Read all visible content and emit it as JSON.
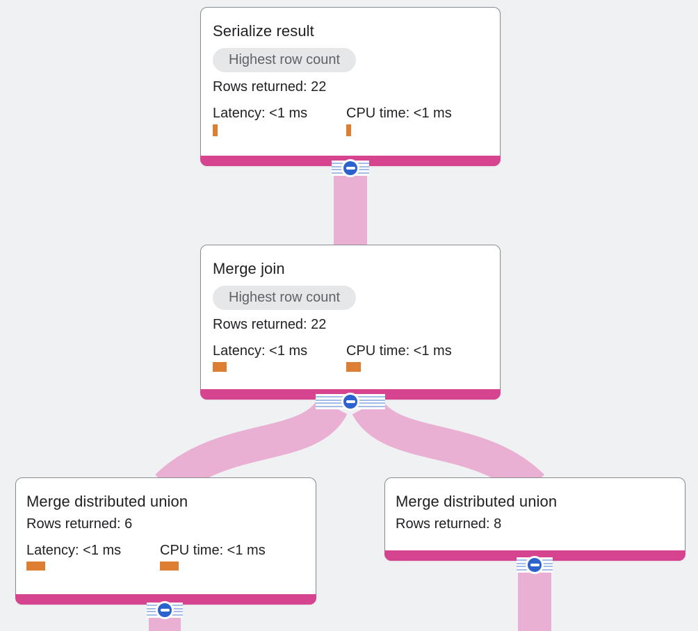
{
  "page": {
    "background": "#f0f1f3",
    "description": "Query execution plan tree"
  },
  "colors": {
    "node_accent_pink": "#d6438f",
    "flow_pink": "#eab0d3",
    "metric_bar_orange": "#dd7e32",
    "collapse_button_blue": "#2b62ce",
    "edge_stripe_blue": "#a5bce9",
    "badge_background": "#e6e7e9",
    "badge_text": "#5f6368",
    "body_text": "#202124"
  },
  "icons": {
    "collapse": "minus-in-blue-circle"
  },
  "nodes": [
    {
      "title": "Serialize result",
      "badge": "Highest row count",
      "rows_returned": "Rows returned: 22",
      "latency_label": "Latency: <1 ms",
      "cpu_label": "CPU time: <1 ms",
      "latency_bar_style": "width:7px;height:17px",
      "cpu_bar_style": "width:7px;height:17px"
    },
    {
      "title": "Merge join",
      "badge": "Highest row count",
      "rows_returned": "Rows returned: 22",
      "latency_label": "Latency: <1 ms",
      "cpu_label": "CPU time: <1 ms",
      "latency_bar_style": "width:20px;height:14px",
      "cpu_bar_style": "width:21px;height:14px"
    },
    {
      "title": "Merge distributed union",
      "rows_returned": "Rows returned: 6",
      "latency_label": "Latency: <1 ms",
      "cpu_label": "CPU time: <1 ms",
      "latency_bar_style": "width:27px;height:13px",
      "cpu_bar_style": "width:27px;height:13px"
    },
    {
      "title": "Merge distributed union",
      "rows_returned": "Rows returned: 8"
    }
  ]
}
